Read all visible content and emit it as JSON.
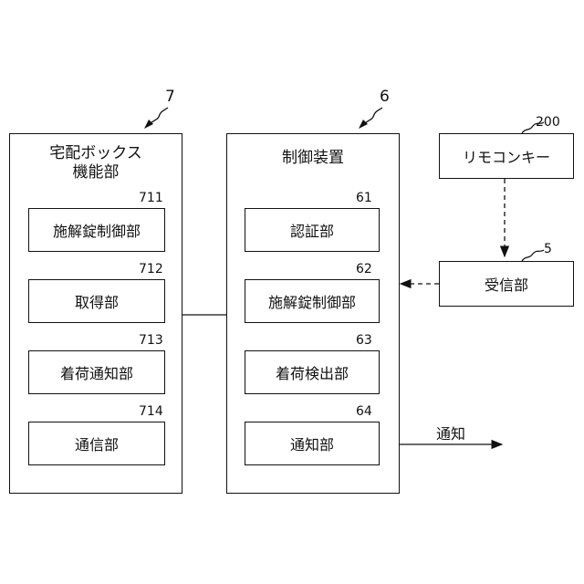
{
  "delivery_box": {
    "ref": "7",
    "title_line1": "宅配ボックス",
    "title_line2": "機能部",
    "units": [
      {
        "ref": "711",
        "label": "施解錠制御部"
      },
      {
        "ref": "712",
        "label": "取得部"
      },
      {
        "ref": "713",
        "label": "着荷通知部"
      },
      {
        "ref": "714",
        "label": "通信部"
      }
    ]
  },
  "control_device": {
    "ref": "6",
    "title": "制御装置",
    "units": [
      {
        "ref": "61",
        "label": "認証部"
      },
      {
        "ref": "62",
        "label": "施解錠制御部"
      },
      {
        "ref": "63",
        "label": "着荷検出部"
      },
      {
        "ref": "64",
        "label": "通知部"
      }
    ]
  },
  "remote_key": {
    "ref": "200",
    "label": "リモコンキー"
  },
  "receiver": {
    "ref": "5",
    "label": "受信部"
  },
  "output": {
    "label": "通知"
  }
}
